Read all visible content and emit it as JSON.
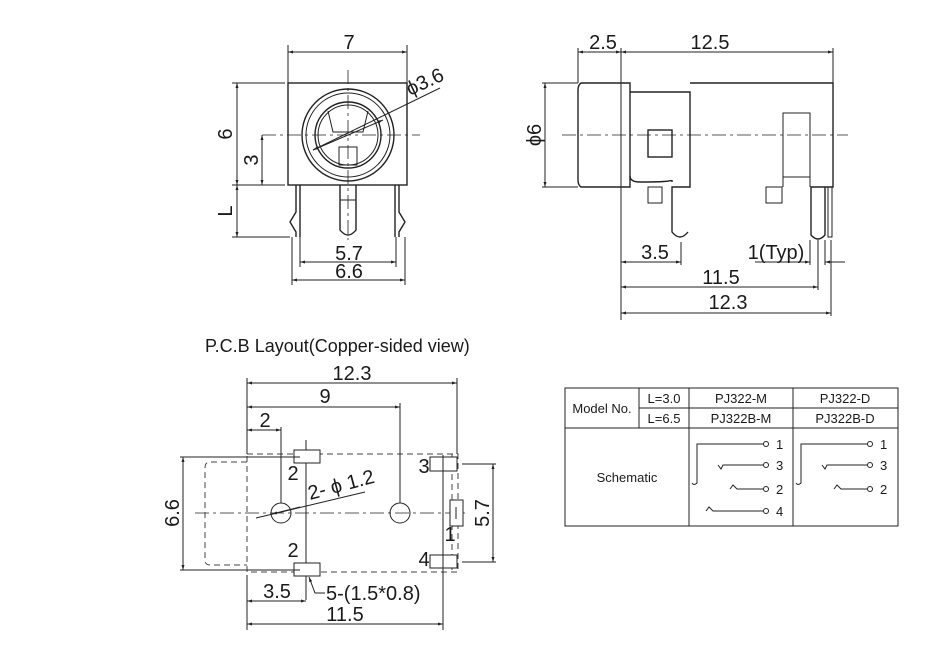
{
  "front_view": {
    "width_dim": "7",
    "height_dim": "6",
    "center_dim": "3",
    "pin_length_dim": "L",
    "diameter_dim": "ϕ3.6",
    "pin_inner_dim": "5.7",
    "pin_outer_dim": "6.6"
  },
  "side_view": {
    "front_dim": "2.5",
    "body_dim": "12.5",
    "diameter_dim": "ϕ6",
    "pin1_dim": "3.5",
    "typ_dim": "1(Typ)",
    "pin2_dim": "11.5",
    "pin3_dim": "12.3"
  },
  "pcb_layout": {
    "title": "P.C.B Layout(Copper-sided view)",
    "total_dim": "12.3",
    "hole_spacing_dim": "9",
    "hole_offset_dim": "2",
    "hole_dim": "2- ϕ 1.2",
    "height_dim": "6.6",
    "pad_spacing_dim": "5.7",
    "pad1_dim": "3.5",
    "pad2_dim": "11.5",
    "pad_size_dim": "5-(1.5*0.8)",
    "pin_labels": [
      "2",
      "2",
      "3",
      "1",
      "4"
    ]
  },
  "table": {
    "model_label": "Model No.",
    "l1": "L=3.0",
    "l2": "L=6.5",
    "m1": "PJ322-M",
    "d1": "PJ322-D",
    "m2": "PJ322B-M",
    "d2": "PJ322B-D",
    "schematic_label": "Schematic",
    "m_pins": [
      "1",
      "3",
      "2",
      "4"
    ],
    "d_pins": [
      "1",
      "3",
      "2"
    ]
  }
}
